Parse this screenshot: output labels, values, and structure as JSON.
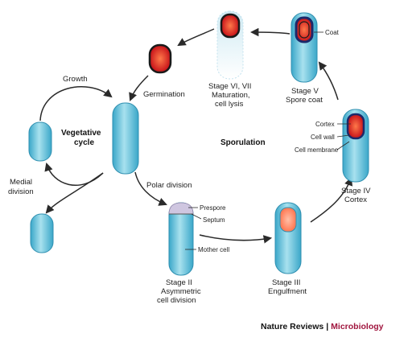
{
  "labels": {
    "growth": "Growth",
    "vegetative_line1": "Vegetative",
    "vegetative_line2": "cycle",
    "medial_line1": "Medial",
    "medial_line2": "division",
    "germination": "Germination",
    "stage_vi_line1": "Stage VI, VII",
    "stage_vi_line2": "Maturation,",
    "stage_vi_line3": "cell lysis",
    "stage_v_line1": "Stage V",
    "stage_v_line2": "Spore coat",
    "coat": "Coat",
    "sporulation": "Sporulation",
    "cortex": "Cortex",
    "cell_wall": "Cell wall",
    "cell_membrane": "Cell membrane",
    "stage_iv_line1": "Stage IV",
    "stage_iv_line2": "Cortex",
    "polar_division": "Polar division",
    "prespore": "Prespore",
    "septum": "Septum",
    "mother_cell": "Mother cell",
    "stage_ii_line1": "Stage II",
    "stage_ii_line2": "Asymmetric",
    "stage_ii_line3": "cell division",
    "stage_iii_line1": "Stage III",
    "stage_iii_line2": "Engulfment"
  },
  "credit": {
    "publisher": "Nature Reviews",
    "separator": "|",
    "journal": "Microbiology"
  },
  "colors": {
    "cell_blue": "#6ec6dc",
    "cell_outline": "#2f8fb0",
    "spore_red": "#c8141a",
    "spore_core": "#ff6a3a",
    "coat_dark": "#1b2a6b",
    "engulf_pink": "#ff8a6a",
    "prespore_lavender": "#c9c0dc",
    "journal_red": "#a0153e"
  }
}
